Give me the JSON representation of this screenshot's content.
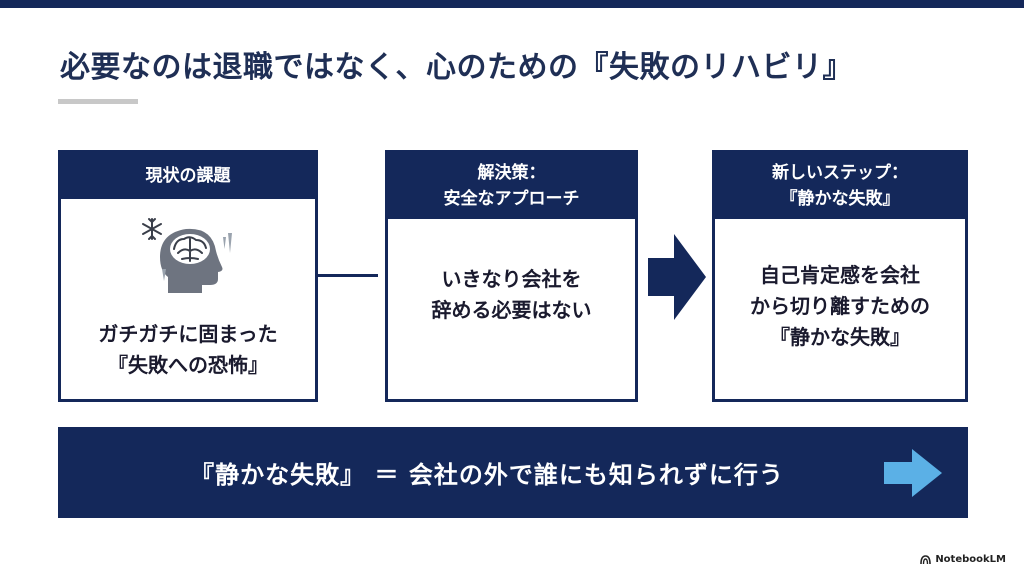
{
  "title": "必要なのは退職ではなく、心のための『失敗のリハビリ』",
  "cards": [
    {
      "header": [
        "現状の課題"
      ],
      "body": [
        "ガチガチに固まった",
        "『失敗への恐怖』"
      ],
      "icon": "frozen-brain-head-icon"
    },
    {
      "header": [
        "解決策：",
        "安全なアプローチ"
      ],
      "body": [
        "いきなり会社を",
        "辞める必要はない"
      ]
    },
    {
      "header": [
        "新しいステップ：",
        "『静かな失敗』"
      ],
      "body": [
        "自己肯定感を会社",
        "から切り離すための",
        "『静かな失敗』"
      ]
    }
  ],
  "banner": {
    "text": "『静かな失敗』 ＝ 会社の外で誰にも知られずに行う",
    "icon": "right-arrow-icon"
  },
  "watermark": "NotebookLM",
  "colors": {
    "navy": "#14285a",
    "light_blue_arrow": "#5bb0e6",
    "underline_gray": "#c8c8c8"
  }
}
